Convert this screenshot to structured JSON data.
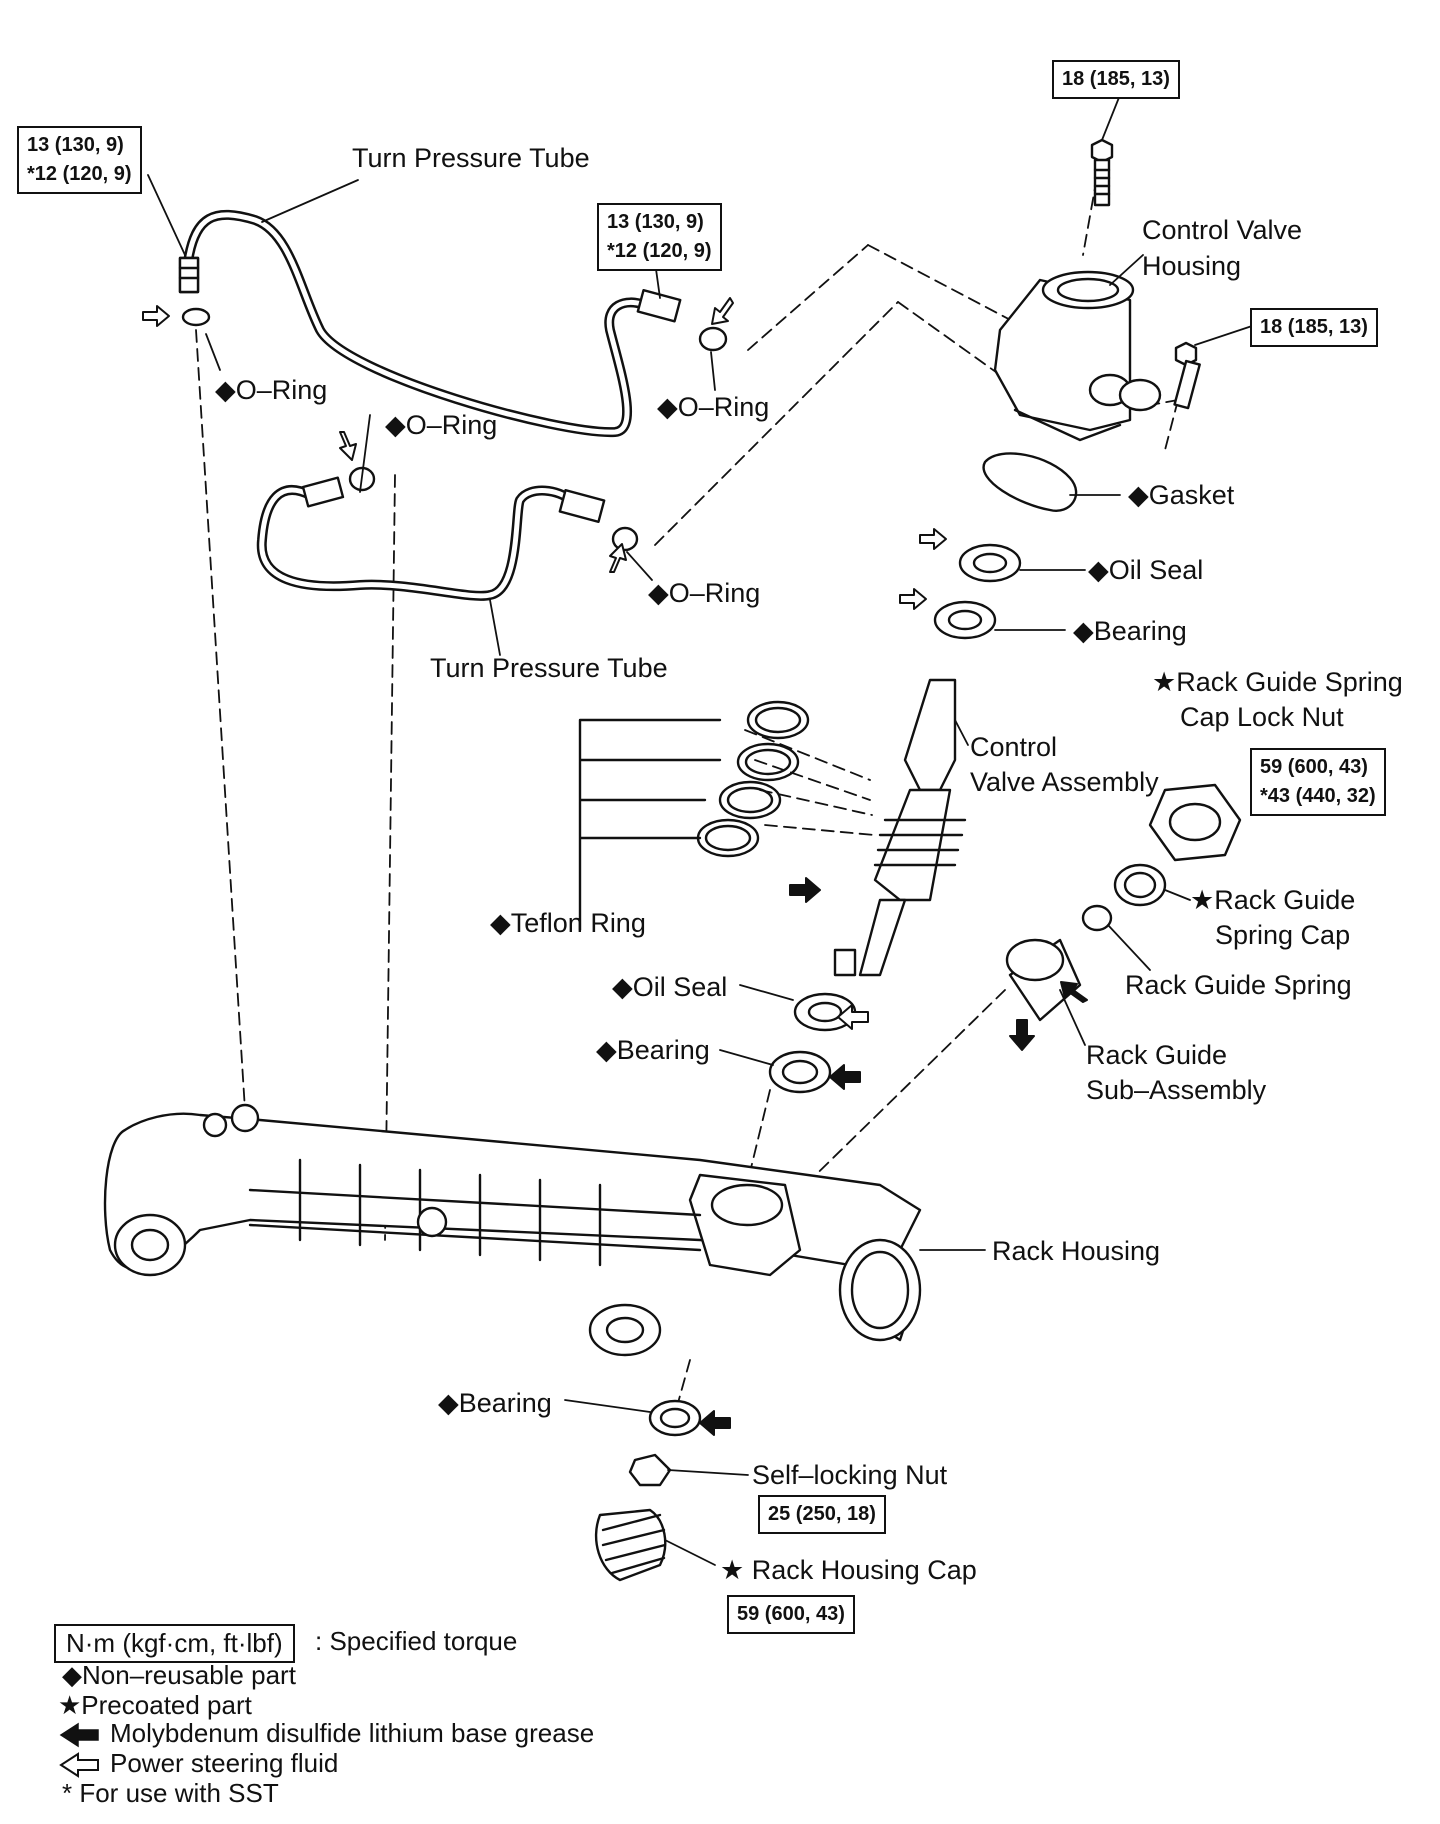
{
  "torques": {
    "t1a": "13 (130, 9)",
    "t1b": "*12 (120, 9)",
    "t2a": "13 (130, 9)",
    "t2b": "*12 (120, 9)",
    "t3": "18 (185, 13)",
    "t4": "18 (185, 13)",
    "t5a": "59 (600, 43)",
    "t5b": "*43 (440, 32)",
    "t6": "25 (250, 18)",
    "t7": "59 (600, 43)"
  },
  "labels": {
    "turn_pressure_tube_top": "Turn Pressure Tube",
    "turn_pressure_tube_bottom": "Turn Pressure Tube",
    "control_valve_housing_1": "Control Valve",
    "control_valve_housing_2": "Housing",
    "oring_1": "◆O–Ring",
    "oring_2": "◆O–Ring",
    "oring_3": "◆O–Ring",
    "oring_4": "◆O–Ring",
    "gasket": "◆Gasket",
    "oil_seal_upper": "◆Oil Seal",
    "bearing_upper": "◆Bearing",
    "lock_nut_1": "★Rack Guide Spring",
    "lock_nut_2": "Cap Lock Nut",
    "control_valve_assy_1": "Control",
    "control_valve_assy_2": "Valve Assembly",
    "teflon_ring": "◆Teflon Ring",
    "spring_cap_1": "★Rack Guide",
    "spring_cap_2": "Spring Cap",
    "rack_guide_spring": "Rack Guide Spring",
    "oil_seal_lower": "◆Oil Seal",
    "bearing_mid": "◆Bearing",
    "rack_guide_sub_1": "Rack Guide",
    "rack_guide_sub_2": "Sub–Assembly",
    "rack_housing": "Rack Housing",
    "bearing_lower": "◆Bearing",
    "self_locking_nut": "Self–locking Nut",
    "rack_housing_cap": "★ Rack Housing Cap"
  },
  "legend": {
    "unit_box": "N·m (kgf·cm, ft·lbf)",
    "unit_desc": ": Specified torque",
    "non_reusable": "◆Non–reusable part",
    "precoated": "★Precoated part",
    "moly": "Molybdenum disulfide lithium base grease",
    "psf": "Power steering fluid",
    "sst": "* For use with SST"
  }
}
